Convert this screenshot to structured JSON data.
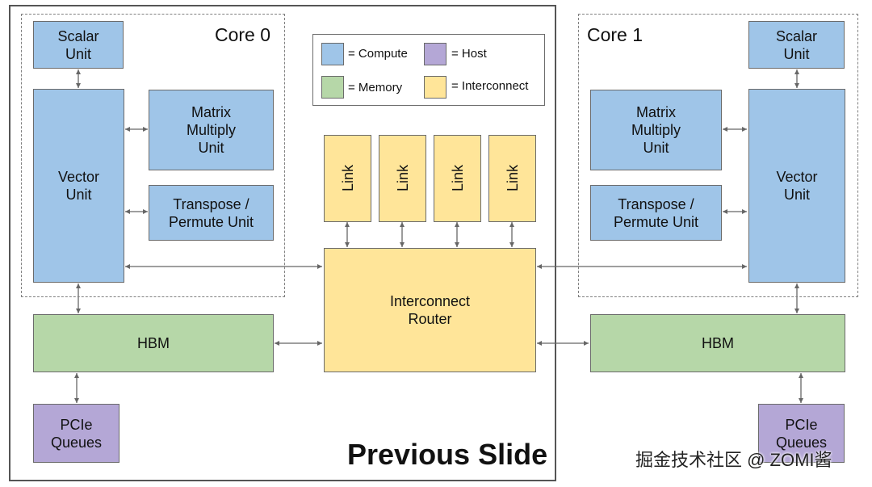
{
  "core0": {
    "title": "Core 0",
    "scalar_unit": "Scalar\nUnit",
    "vector_unit": "Vector\nUnit",
    "matrix_unit": "Matrix\nMultiply\nUnit",
    "transpose_unit": "Transpose /\nPermute Unit",
    "hbm": "HBM",
    "pcie": "PCIe\nQueues"
  },
  "core1": {
    "title": "Core 1",
    "scalar_unit": "Scalar\nUnit",
    "vector_unit": "Vector\nUnit",
    "matrix_unit": "Matrix\nMultiply\nUnit",
    "transpose_unit": "Transpose /\nPermute Unit",
    "hbm": "HBM",
    "pcie": "PCIe\nQueues"
  },
  "interconnect": {
    "router": "Interconnect\nRouter",
    "links": [
      "Link",
      "Link",
      "Link",
      "Link"
    ]
  },
  "legend": {
    "compute": "= Compute",
    "host": "= Host",
    "memory": "= Memory",
    "interconnect": "= Interconnect"
  },
  "colors": {
    "compute": "#9fc5e8",
    "memory": "#b6d7a8",
    "host": "#b4a7d6",
    "interconnect": "#ffe599"
  },
  "caption": "Previous Slide",
  "watermark": "掘金技术社区 @ ZOMI酱"
}
